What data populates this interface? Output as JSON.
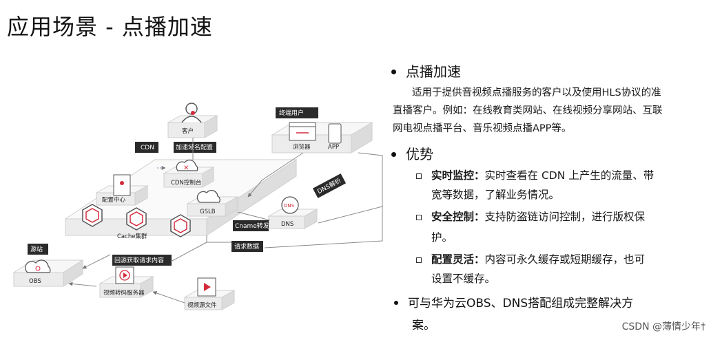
{
  "title": "应用场景 - 点播加速",
  "diagram": {
    "customer": "客户",
    "end_user": "终端用户",
    "browser": "浏览器",
    "app": "APP",
    "cdn": "CDN",
    "config_domain": "加速域名配置",
    "cdn_console": "CDN控制台",
    "config_center": "配置中心",
    "gslb": "GSLB",
    "dns_resolve": "DNS解析",
    "dns": "DNS",
    "dns_icon_text": "DNS",
    "cname_forward": "Cname转发",
    "cache_cluster": "Cache集群",
    "request_data": "请求数据",
    "origin": "源站",
    "obs": "OBS",
    "back_to_origin": "回源获取请求内容",
    "transcode_server": "视频转码服务器",
    "source_file": "视频源文件"
  },
  "content": {
    "b1_title": "点播加速",
    "b1_para": [
      "适用于提供音视频点播服务的客户以及使用HLS协议的准",
      "直播客户。例如：在线教育类网站、在线视频分享网站、互联",
      "网电视点播平台、音乐视频点播APP等。"
    ],
    "b2_title": "优势",
    "items": [
      {
        "label": "实时监控：",
        "text1": "实时查看在 CDN 上产生的流量、带",
        "text2": "宽等数据，了解业务情况。"
      },
      {
        "label": "安全控制：",
        "text1": "支持防盗链访问控制，进行版权保",
        "text2": "护。"
      },
      {
        "label": "配置灵活：",
        "text1": "内容可永久缓存或短期缓存，也可",
        "text2": "设置不缓存。"
      }
    ],
    "b3_line1": "可与华为云OBS、DNS搭配组成完整解决方",
    "b3_line2": "案。"
  },
  "watermark": "CSDN @薄情少年†",
  "colors": {
    "accent": "#d42b3a",
    "tag_bg": "#2a2a2a",
    "box_top": "#f3f3f3",
    "box_side": "#d9d9d9",
    "line": "#8a8a8a"
  }
}
